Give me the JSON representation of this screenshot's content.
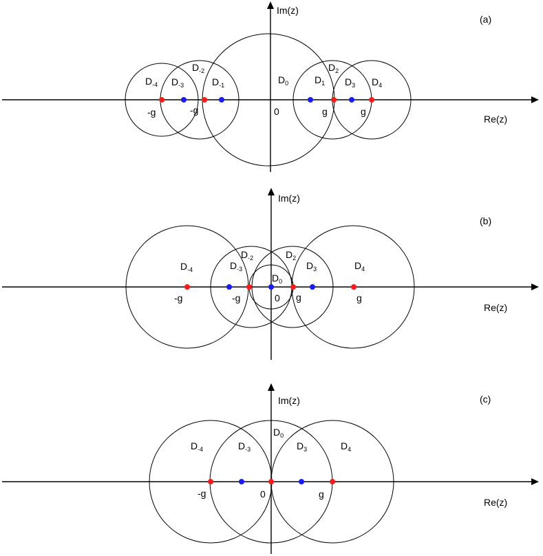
{
  "panels": [
    {
      "tag": "(a)",
      "im_label": "Im(z)",
      "re_label": "Re(z)",
      "origin": "0",
      "labels": [
        {
          "main": "D",
          "sub": "-4"
        },
        {
          "main": "D",
          "sub": "-3"
        },
        {
          "main": "D",
          "sub": "-2"
        },
        {
          "main": "D",
          "sub": "-1"
        },
        {
          "main": "D",
          "sub": "0"
        },
        {
          "main": "D",
          "sub": "1"
        },
        {
          "main": "D",
          "sub": "2"
        },
        {
          "main": "D",
          "sub": "3"
        },
        {
          "main": "D",
          "sub": "4"
        },
        {
          "main": "-g"
        },
        {
          "main": "-g"
        },
        {
          "main": "g"
        },
        {
          "main": "g"
        }
      ]
    },
    {
      "tag": "(b)",
      "im_label": "Im(z)",
      "re_label": "Re(z)",
      "origin": "0",
      "labels": [
        {
          "main": "D",
          "sub": "-4"
        },
        {
          "main": "D",
          "sub": "-3"
        },
        {
          "main": "D",
          "sub": "-2"
        },
        {
          "main": "D",
          "sub": "0"
        },
        {
          "main": "D",
          "sub": "2"
        },
        {
          "main": "D",
          "sub": "3"
        },
        {
          "main": "D",
          "sub": "4"
        },
        {
          "main": "-g"
        },
        {
          "main": "-g"
        },
        {
          "main": "g"
        },
        {
          "main": "g"
        }
      ]
    },
    {
      "tag": "(c)",
      "im_label": "Im(z)",
      "re_label": "Re(z)",
      "origin": "0",
      "labels": [
        {
          "main": "D",
          "sub": "0"
        },
        {
          "main": "D",
          "sub": "-4"
        },
        {
          "main": "D",
          "sub": "-3"
        },
        {
          "main": "D",
          "sub": "3"
        },
        {
          "main": "D",
          "sub": "4"
        },
        {
          "main": "-g"
        },
        {
          "main": "g"
        }
      ]
    }
  ],
  "colors": {
    "red_point": "#ff1a1a",
    "blue_point": "#1a1aff",
    "line": "#000000"
  }
}
